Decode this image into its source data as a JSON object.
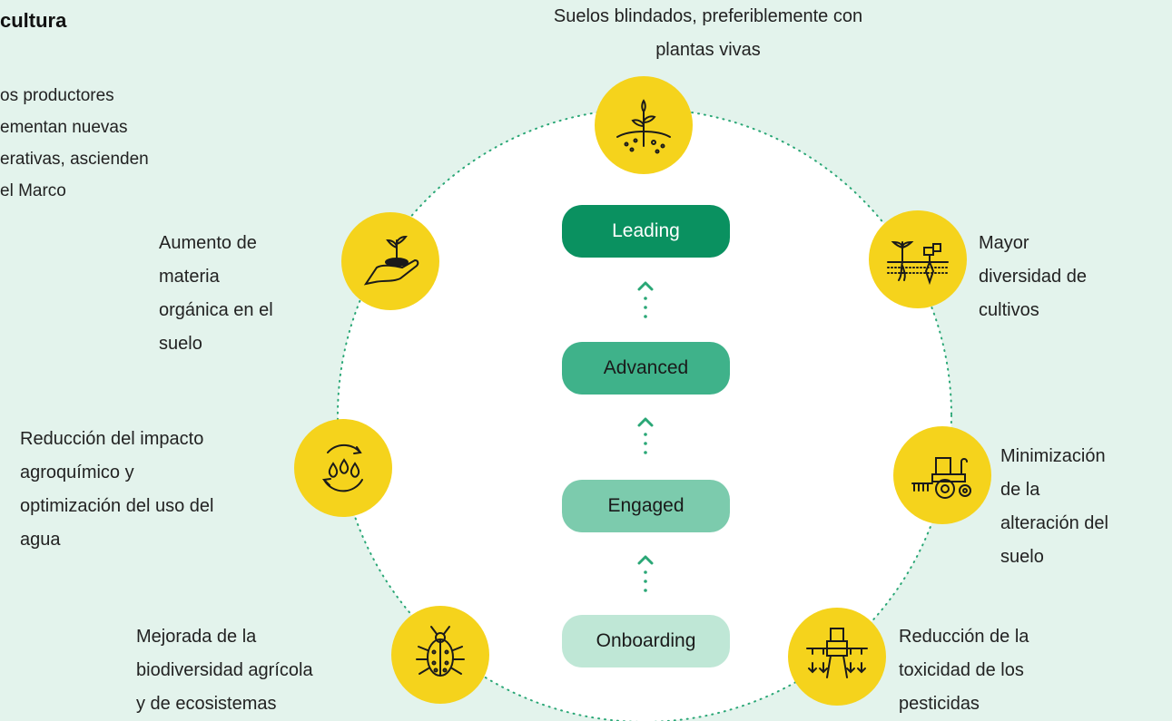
{
  "title": "cultura",
  "intro": [
    "os productores",
    "ementan nuevas",
    "erativas, ascienden",
    "el Marco"
  ],
  "levels": [
    "Leading",
    "Advanced",
    "Engaged",
    "Onboarding"
  ],
  "practices": {
    "top": [
      "Suelos blindados, preferiblemente con",
      "plantas vivas"
    ],
    "organic": [
      "Aumento de",
      "materia",
      "orgánica en el",
      "suelo"
    ],
    "diversity": [
      "Mayor",
      "diversidad de",
      "cultivos"
    ],
    "agrochem": [
      "Reducción del impacto",
      "agroquímico y",
      "optimización del uso del",
      "agua"
    ],
    "tillage": [
      "Minimización",
      "de la",
      "alteración del",
      "suelo"
    ],
    "biodiversity": [
      "Mejorada de la",
      "biodiversidad agrícola",
      "y de ecosistemas"
    ],
    "pesticides": [
      "Reducción de la",
      "toxicidad de los",
      "pesticidas"
    ]
  },
  "icons": {
    "top": "sprout-soil-icon",
    "organic": "hand-seedling-icon",
    "diversity": "crop-diversity-icon",
    "agrochem": "water-cycle-icon",
    "tillage": "tractor-icon",
    "biodiversity": "beetle-icon",
    "pesticides": "sprayer-icon"
  },
  "colors": {
    "background": "#e3f3ec",
    "accent_yellow": "#f5d31c",
    "leading": "#0a9160",
    "advanced": "#3fb28a",
    "engaged": "#7ccbad",
    "onboarding": "#bfe7d6",
    "dots": "#2aa776"
  }
}
